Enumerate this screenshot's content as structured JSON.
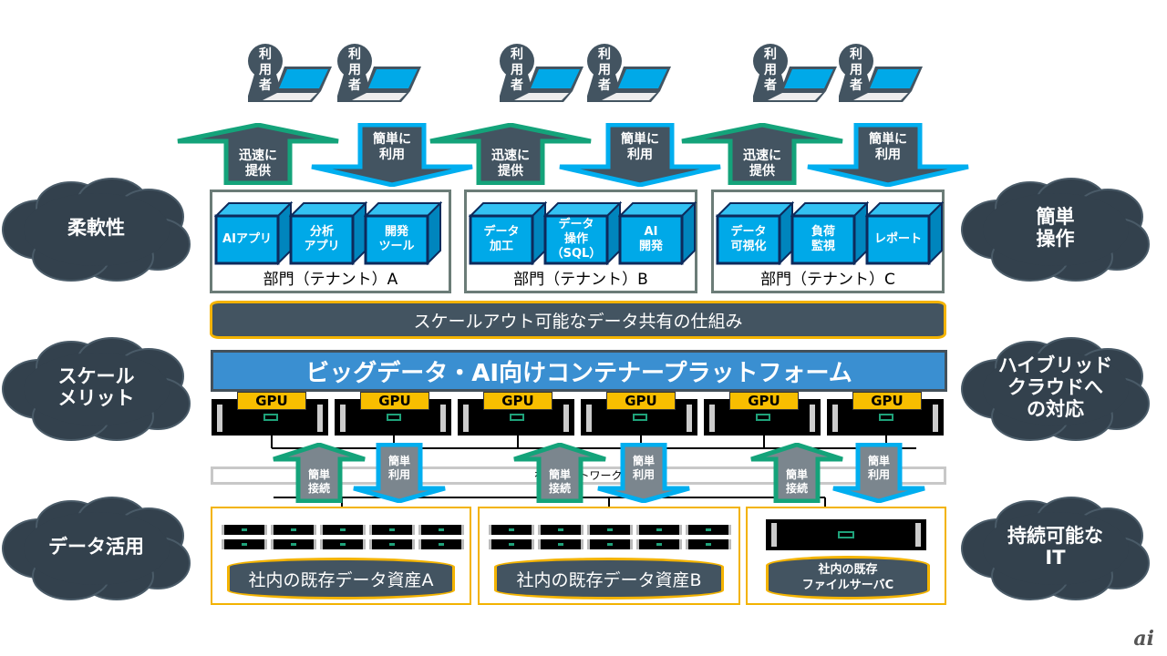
{
  "users": [
    {
      "label": "利\n用\n者"
    },
    {
      "label": "利\n用\n者"
    },
    {
      "label": "利\n用\n者"
    },
    {
      "label": "利\n用\n者"
    },
    {
      "label": "利\n用\n者"
    },
    {
      "label": "利\n用\n者"
    }
  ],
  "top_arrows": [
    {
      "direction": "up",
      "line1": "迅速に",
      "line2": "提供"
    },
    {
      "direction": "down",
      "line1": "簡単に",
      "line2": "利用"
    },
    {
      "direction": "up",
      "line1": "迅速に",
      "line2": "提供"
    },
    {
      "direction": "down",
      "line1": "簡単に",
      "line2": "利用"
    },
    {
      "direction": "up",
      "line1": "迅速に",
      "line2": "提供"
    },
    {
      "direction": "down",
      "line1": "簡単に",
      "line2": "利用"
    }
  ],
  "tenants": [
    {
      "name": "部門（テナント）A",
      "apps": [
        "AIアプリ",
        "分析\nアプリ",
        "開発\nツール"
      ]
    },
    {
      "name": "部門（テナント）B",
      "apps": [
        "データ\n加工",
        "データ\n操作\n（SQL）",
        "AI\n開発"
      ]
    },
    {
      "name": "部門（テナント）C",
      "apps": [
        "データ\n可視化",
        "負荷\n監視",
        "レポート"
      ]
    }
  ],
  "scaleout_bar": "スケールアウト可能なデータ共有の仕組み",
  "platform_bar": "ビッグデータ・AI向けコンテナープラットフォーム",
  "gpu_label": "GPU",
  "gpu_count": 6,
  "network_label": "社内ネットワーク",
  "bottom_arrows": [
    {
      "direction": "up",
      "line1": "簡単",
      "line2": "接続"
    },
    {
      "direction": "down",
      "line1": "簡単",
      "line2": "利用"
    },
    {
      "direction": "up",
      "line1": "簡単",
      "line2": "接続"
    },
    {
      "direction": "down",
      "line1": "簡単",
      "line2": "利用"
    },
    {
      "direction": "up",
      "line1": "簡単",
      "line2": "接続"
    },
    {
      "direction": "down",
      "line1": "簡単",
      "line2": "利用"
    }
  ],
  "data_assets": [
    {
      "label": "社内の既存データ資産A"
    },
    {
      "label": "社内の既存データ資産B"
    },
    {
      "label": "社内の既存\nファイルサーバC"
    }
  ],
  "clouds_left": [
    "柔軟性",
    "スケール\nメリット",
    "データ活用"
  ],
  "clouds_right": [
    "簡単\n操作",
    "ハイブリッド\nクラウドへ\nの対応",
    "持続可能な\nIT"
  ],
  "logo": "ai",
  "colors": {
    "dark_slate": "#435461",
    "cloud": "#33414d",
    "cube_blue": "#00a9e8",
    "platform_blue": "#3a8fd1",
    "accent_yellow": "#f3b300",
    "up_arrow_border": "#14a37a",
    "down_arrow_border": "#00aeef"
  }
}
